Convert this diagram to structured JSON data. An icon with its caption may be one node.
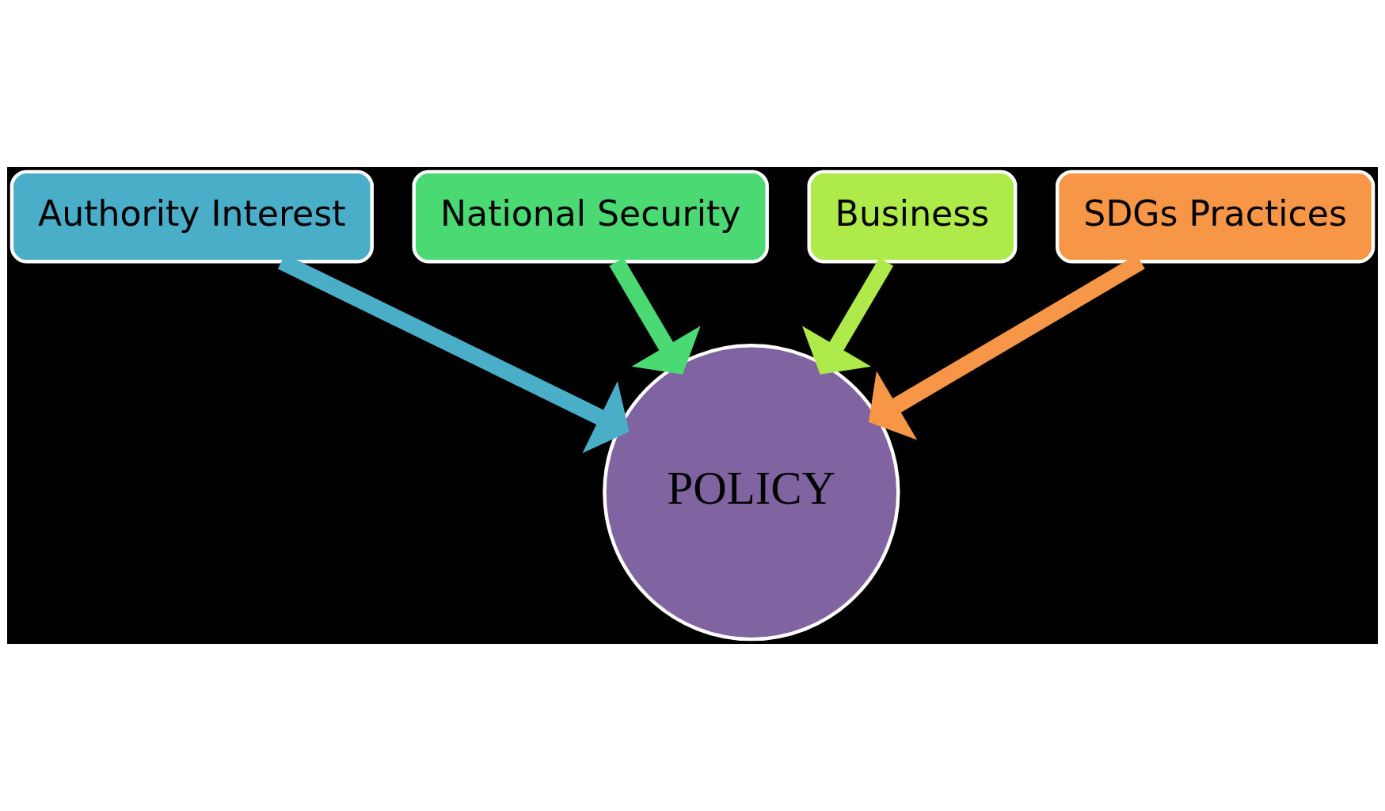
{
  "diagram": {
    "nodes": [
      {
        "text": [
          "National Security"
        ]
      },
      {
        "text": [
          "Business"
        ]
      },
      {
        "text": [
          "Authority Interest"
        ]
      },
      {
        "text": [
          "SDGs Practices"
        ]
      },
      {
        "text": [
          "POLICY"
        ]
      }
    ],
    "edges": [
      {
        "from": 0,
        "to": 4,
        "arrow": "to",
        "color": "#4ad973"
      },
      {
        "from": 1,
        "to": 4,
        "arrow": "to",
        "color": "#aeea4a"
      },
      {
        "from": 2,
        "to": 4,
        "arrow": "to",
        "color": "#4aaec8"
      },
      {
        "from": 3,
        "to": 4,
        "arrow": "to",
        "color": "#f79646"
      }
    ]
  }
}
